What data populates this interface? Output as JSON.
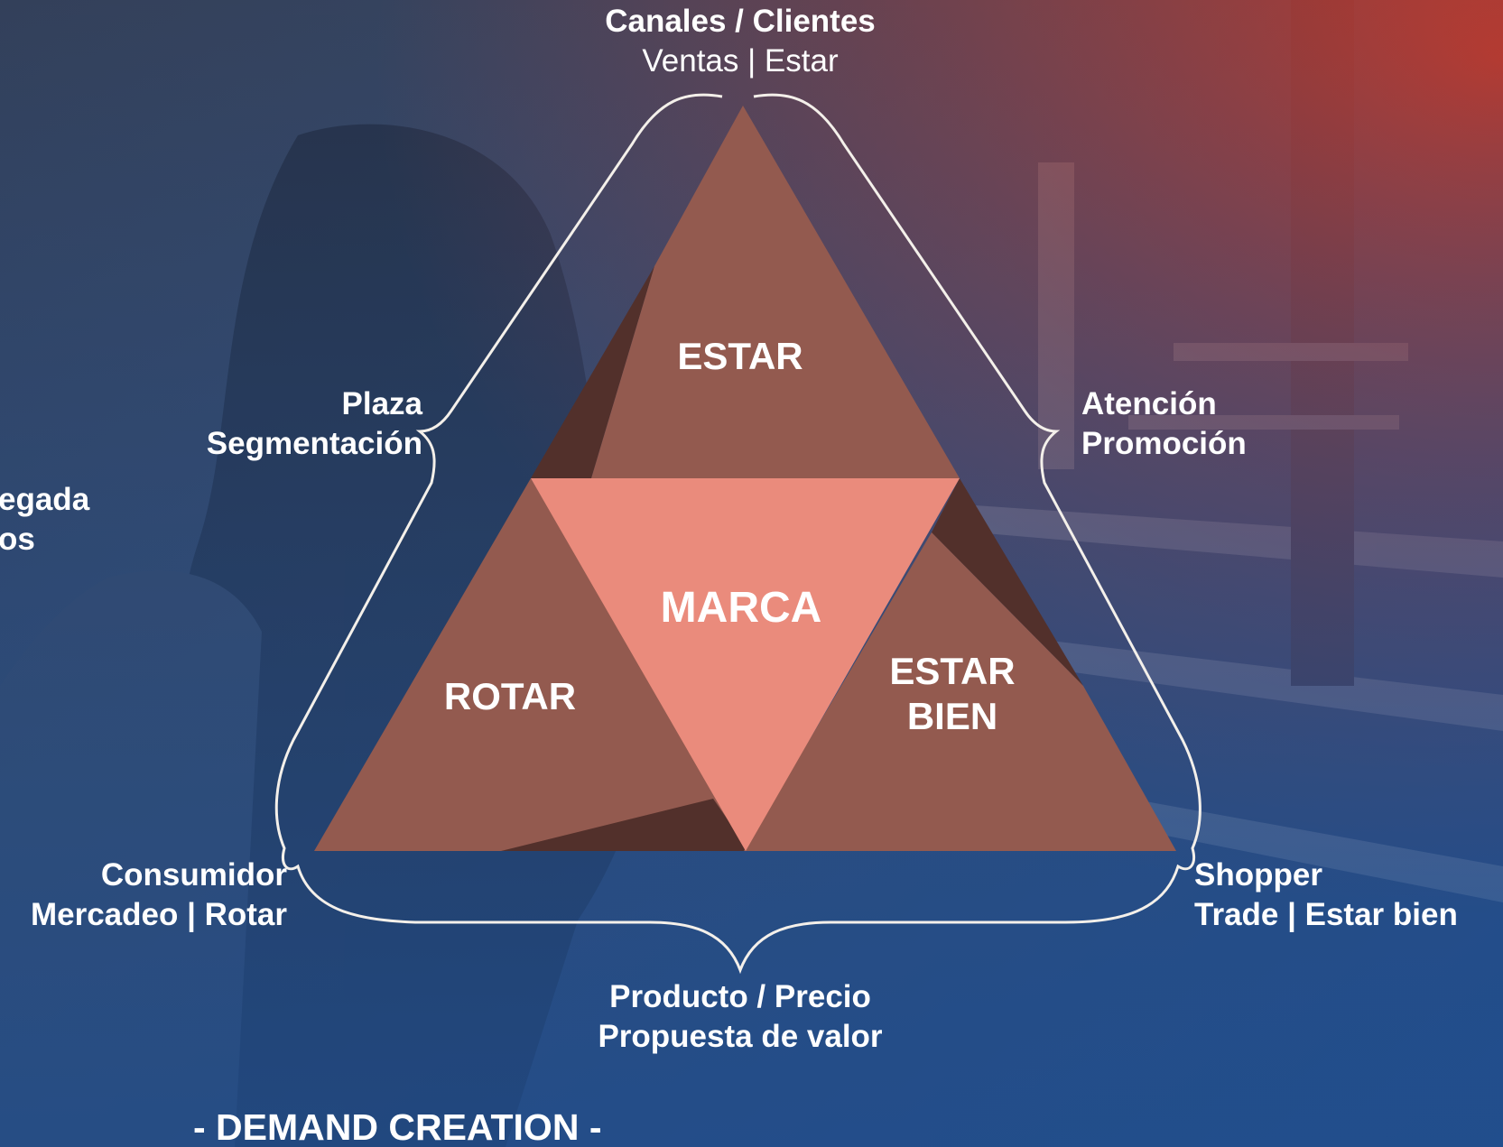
{
  "diagram": {
    "top_label": {
      "line1": "Canales / Clientes",
      "line2": "Ventas | Estar"
    },
    "left_upper_label": {
      "line1": "Plaza",
      "line2": "Segmentación"
    },
    "right_upper_label": {
      "line1": "Atención",
      "line2": "Promoción"
    },
    "left_lower_label": {
      "line1": "Consumidor",
      "line2": "Mercadeo | Rotar"
    },
    "right_lower_label": {
      "line1": "Shopper",
      "line2": "Trade | Estar bien"
    },
    "bottom_label": {
      "line1": "Producto / Precio",
      "line2": "Propuesta de valor"
    },
    "cropped_left_label": {
      "line1": "egada",
      "line2": "os"
    },
    "center": "MARCA",
    "top_triangle": "ESTAR",
    "left_triangle": "ROTAR",
    "right_triangle": {
      "line1": "ESTAR",
      "line2": "BIEN"
    },
    "footer": "- DEMAND CREATION -"
  },
  "colors": {
    "outer_triangles": "#935a4f",
    "outer_shadow": "#52302b",
    "center_triangle": "#ea8b7c",
    "brace_stroke": "#f4f0ea",
    "background_blue": "#2c4f86",
    "background_red": "#b83a2e"
  }
}
